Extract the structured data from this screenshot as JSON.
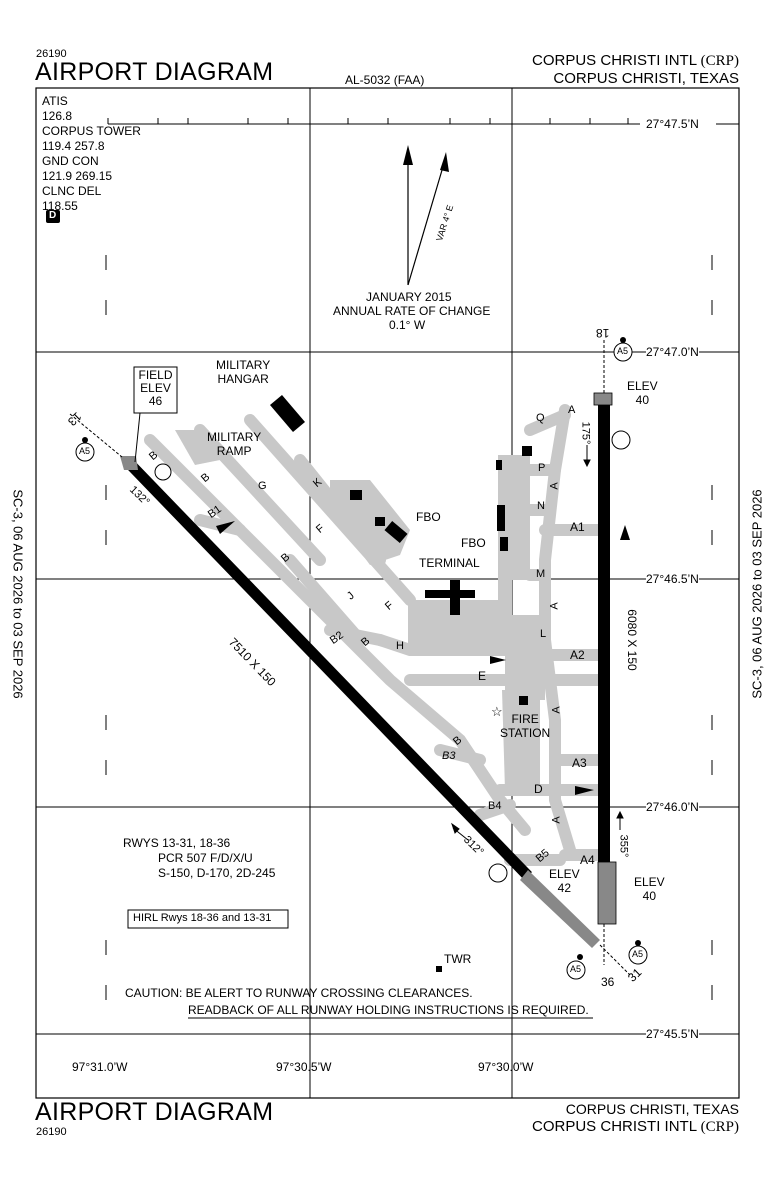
{
  "header": {
    "volume_top": "26190",
    "title_top": "AIRPORT DIAGRAM",
    "chart_id": "AL-5032 (FAA)",
    "airport_name_top": "CORPUS CHRISTI INTL",
    "airport_code_top": "(CRP)",
    "city_top": "CORPUS CHRISTI, TEXAS"
  },
  "footer": {
    "title_bottom": "AIRPORT DIAGRAM",
    "volume_bottom": "26190",
    "city_bottom": "CORPUS CHRISTI, TEXAS",
    "airport_name_bottom": "CORPUS CHRISTI INTL",
    "airport_code_bottom": "(CRP)"
  },
  "side_labels": {
    "left": "SC-3,  06 AUG 2026  to  03 SEP 2026",
    "right": "SC-3,  06 AUG 2026  to  03 SEP 2026"
  },
  "frequencies": {
    "atis_label": "ATIS",
    "atis": "126.8",
    "tower_label": "CORPUS TOWER",
    "tower": "119.4  257.8",
    "gnd_label": "GND CON",
    "gnd": "121.9  269.15",
    "clnc_label": "CLNC DEL",
    "clnc": "118.55",
    "airspace_badge": "D"
  },
  "magnetic": {
    "var_label": "VAR 4° E",
    "date_label": "JANUARY 2015",
    "rate_label": "ANNUAL RATE OF CHANGE",
    "rate_value": "0.1° W"
  },
  "coordinates": {
    "lat_1": "27°47.5’N",
    "lat_2": "27°47.0’N",
    "lat_3": "27°46.5’N",
    "lat_4": "27°46.0’N",
    "lat_5": "27°45.5’N",
    "lon_1": "97°31.0’W",
    "lon_2": "97°30.5’W",
    "lon_3": "97°30.0’W"
  },
  "field_elev": {
    "label_1": "FIELD",
    "label_2": "ELEV",
    "value": "46"
  },
  "runways": {
    "rwy_13_31_dims": "7510 X 150",
    "rwy_18_36_dims": "6080 X 150",
    "rwy_13_label": "13",
    "rwy_31_label": "31",
    "rwy_18_label": "18",
    "rwy_36_label": "36",
    "hdg_132": "132°",
    "hdg_312": "312°",
    "hdg_175": "175°",
    "hdg_355": "355°",
    "elev_word": "ELEV",
    "elev_18": "40",
    "elev_36": "40",
    "elev_31": "42"
  },
  "taxiways": {
    "A": "A",
    "A1": "A1",
    "A2": "A2",
    "A3": "A3",
    "A4": "A4",
    "B": "B",
    "B1": "B1",
    "B2": "B2",
    "B3": "B3",
    "B4": "B4",
    "B5": "B5",
    "D": "D",
    "E": "E",
    "F": "F",
    "G": "G",
    "H": "H",
    "J": "J",
    "K": "K",
    "L": "L",
    "M": "M",
    "N": "N",
    "P": "P",
    "Q": "Q"
  },
  "facilities": {
    "military_hangar_1": "MILITARY",
    "military_hangar_2": "HANGAR",
    "military_ramp_1": "MILITARY",
    "military_ramp_2": "RAMP",
    "fbo_1": "FBO",
    "fbo_2": "FBO",
    "terminal": "TERMINAL",
    "fire_station_1": "FIRE",
    "fire_station_2": "STATION",
    "tower": "TWR"
  },
  "approach_lights": {
    "a5": "A5"
  },
  "pavement": {
    "heading": "RWYS 13-31, 18-36",
    "pcr": "PCR 507 F/D/X/U",
    "strength": "S-150, D-170, 2D-245"
  },
  "lighting_note": "HIRL Rwys 18-36 and 13-31",
  "caution": {
    "line_1": "CAUTION: BE ALERT TO RUNWAY CROSSING CLEARANCES.",
    "line_2": "READBACK OF ALL RUNWAY HOLDING INSTRUCTIONS IS REQUIRED."
  },
  "colors": {
    "pavement": "#c8c8c8",
    "runway": "#000000",
    "frame": "#000000"
  }
}
